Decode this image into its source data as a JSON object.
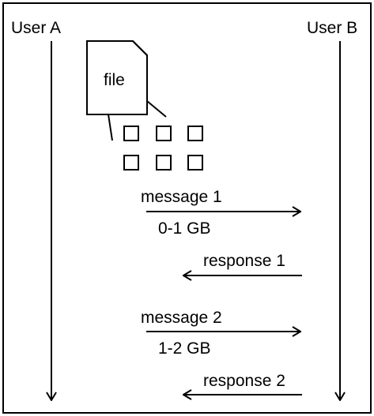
{
  "participants": {
    "a": "User A",
    "b": "User B"
  },
  "file": {
    "label": "file",
    "chunk_count": 6
  },
  "messages": {
    "m1": {
      "label": "message 1",
      "range": "0-1 GB"
    },
    "r1": {
      "label": "response 1"
    },
    "m2": {
      "label": "message 2",
      "range": "1-2 GB"
    },
    "r2": {
      "label": "response 2"
    }
  },
  "colors": {
    "stroke": "#000000",
    "background": "#ffffff"
  }
}
